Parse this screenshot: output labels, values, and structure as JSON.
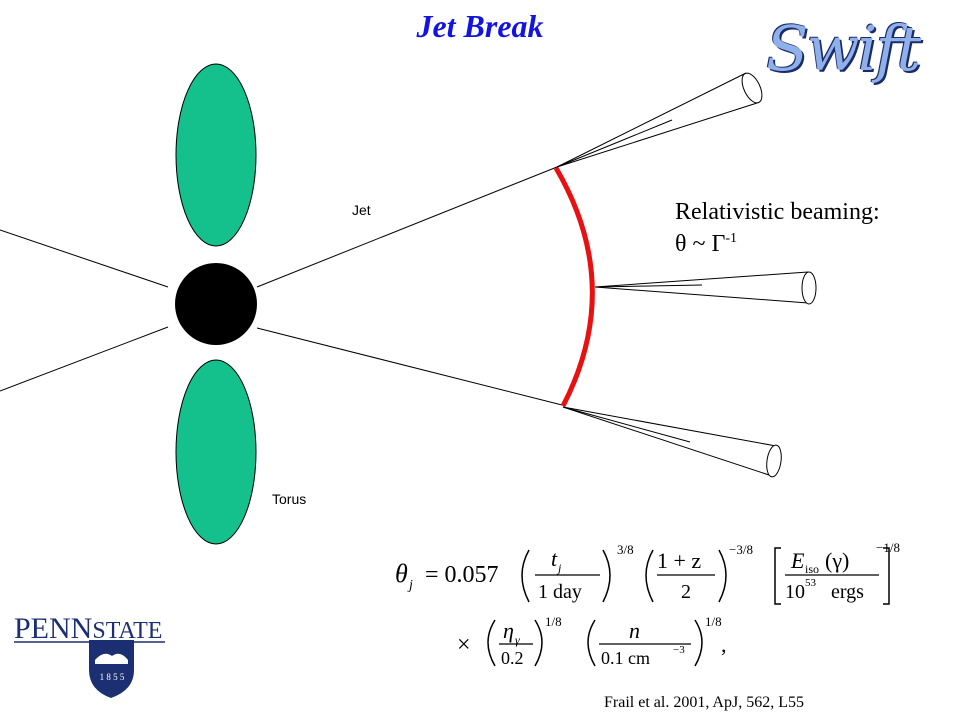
{
  "title": "Jet Break",
  "labels": {
    "jet": "Jet",
    "torus": "Torus",
    "beaming_line1": "Relativistic beaming:",
    "beaming_theta": "θ ~ Γ",
    "beaming_exp": "-1"
  },
  "citation": "Frail et al. 2001, ApJ, 562, L55",
  "logos": {
    "swift": "Swift",
    "pennstate_penn": "PENN",
    "pennstate_state": "STATE",
    "pennstate_year": "1 8 5 5"
  },
  "equation": {
    "lhs": "θ",
    "lhs_sub": "j",
    "coef": "= 0.057",
    "t_num": "t",
    "t_num_sub": "j",
    "t_den": "1 day",
    "exp1": "3/8",
    "z_num": "1 + z",
    "z_den": "2",
    "exp2": "−3/8",
    "e_num": "E",
    "e_num_sub": "iso",
    "e_num_arg": "(γ)",
    "e_den_base": "10",
    "e_den_exp": "53",
    "e_den_unit": "ergs",
    "exp3": "−1/8",
    "times": "×",
    "eta_num": "η",
    "eta_sub": "γ",
    "eta_den": "0.2",
    "exp4": "1/8",
    "n_num": "n",
    "n_den": "0.1 cm",
    "n_den_exp": "−3",
    "exp5": "1/8",
    "trail": ","
  },
  "colors": {
    "title": "#1414e0",
    "torus": "#14c08c",
    "shock_front": "#e81010",
    "core": "#000000",
    "pennstate": "#1c2f72"
  }
}
